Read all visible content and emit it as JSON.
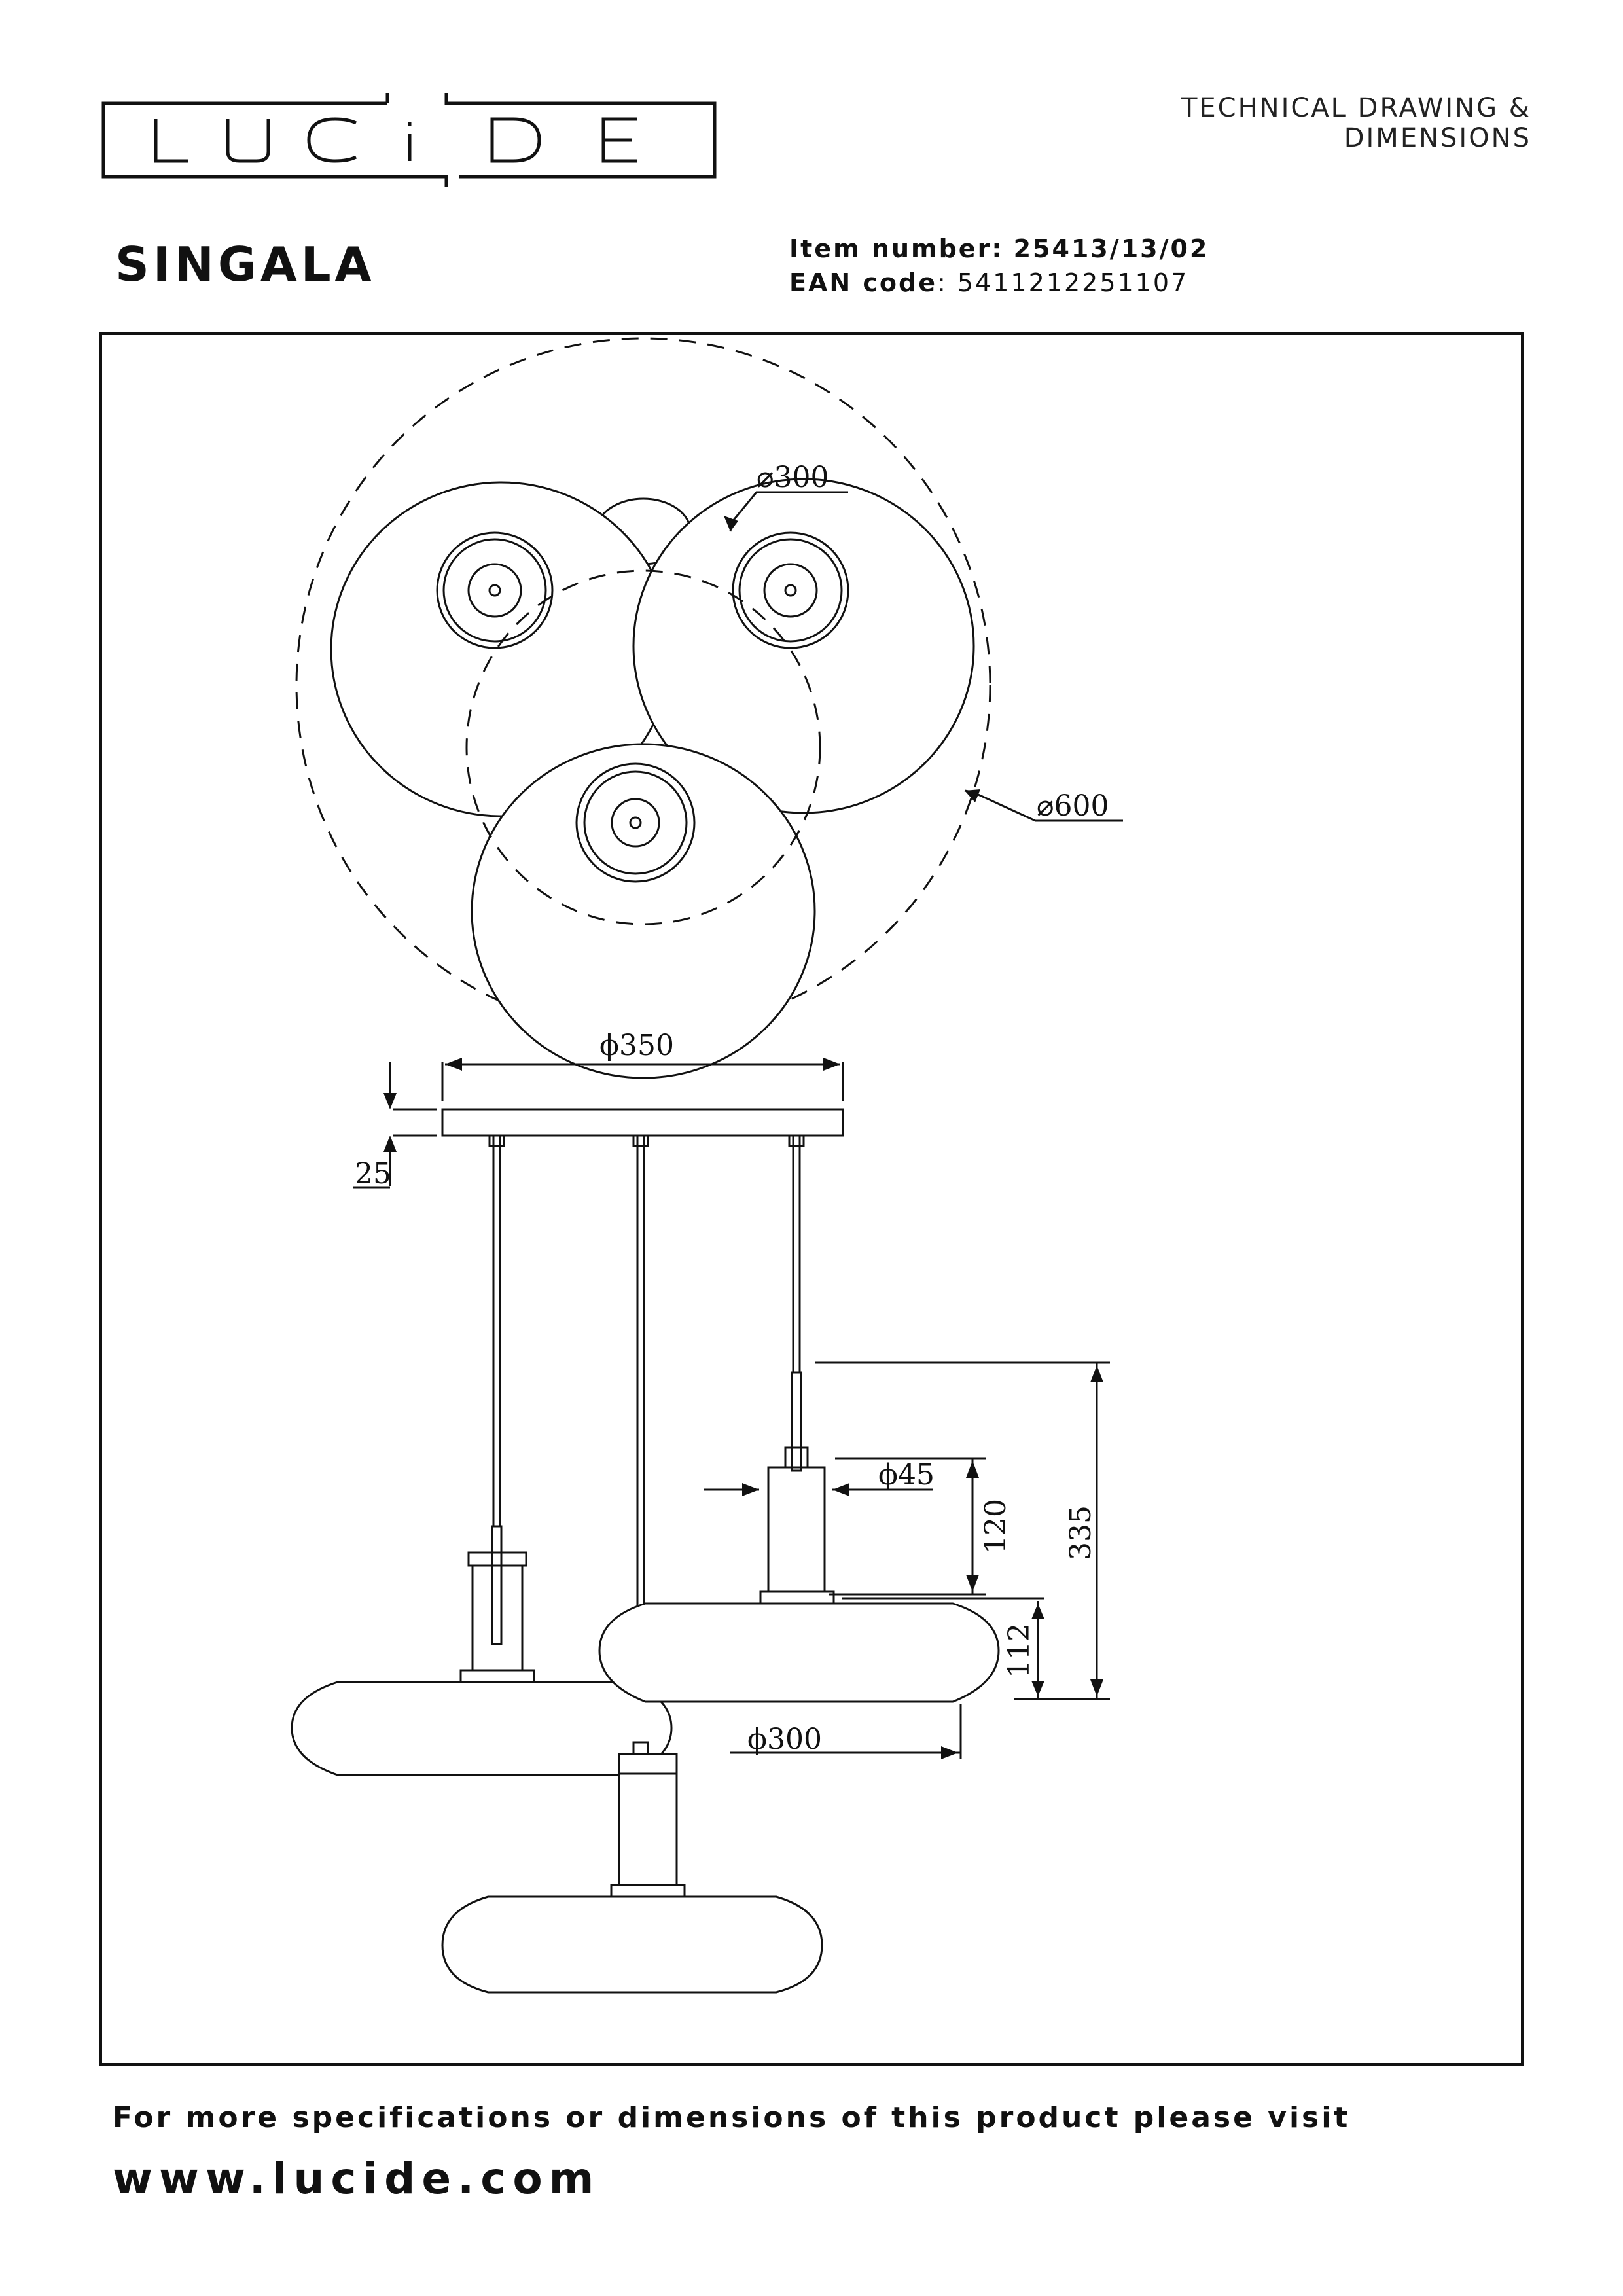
{
  "brand": {
    "logo_text": "LUCIDE"
  },
  "header": {
    "doc_title": "TECHNICAL DRAWING & DIMENSIONS"
  },
  "product": {
    "name": "SINGALA",
    "item_label": "Item number:",
    "item_number": "25413/13/02",
    "ean_label": "EAN code",
    "ean_code": "5411212251107"
  },
  "dimensions": {
    "shade_diameter_top": "⌀300",
    "overall_diameter_top": "⌀600",
    "canopy_diameter": "ϕ350",
    "canopy_height": "25",
    "socket_diameter": "ϕ45",
    "socket_height": "120",
    "shade_height": "112",
    "pendant_height": "335",
    "shade_diameter_side": "ϕ300"
  },
  "footer": {
    "line1": "For more specifications or dimensions of this product please visit",
    "url": "www.lucide.com"
  }
}
